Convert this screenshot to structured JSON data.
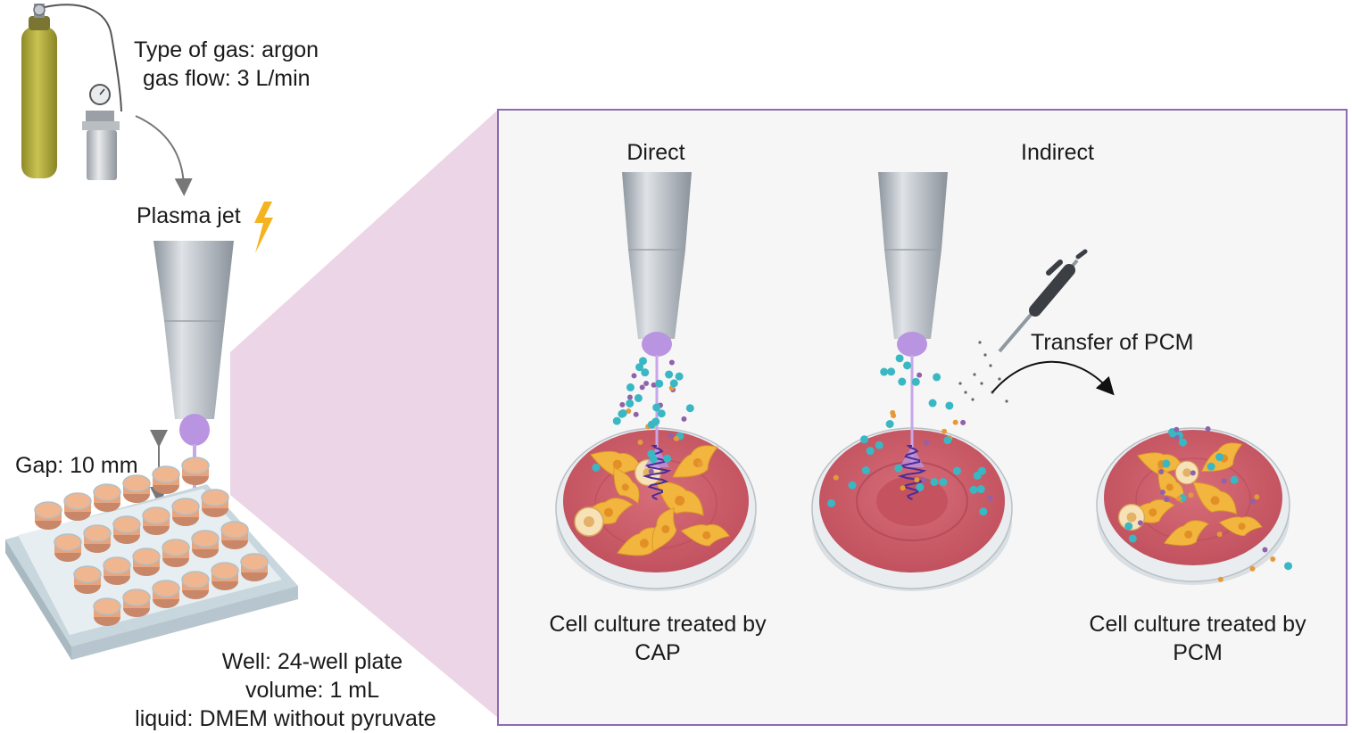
{
  "gas": {
    "type_line": "Type of gas: argon",
    "flow_line": "gas flow: 3 L/min"
  },
  "plasma": {
    "label": "Plasma jet"
  },
  "gap": {
    "label": "Gap: 10 mm"
  },
  "well": {
    "plate_line": "Well: 24-well plate",
    "volume_line": "volume: 1 mL",
    "liquid_line": "liquid: DMEM without pyruvate"
  },
  "panel": {
    "direct_title": "Direct",
    "indirect_title": "Indirect",
    "transfer_label": "Transfer of PCM",
    "cap_caption_line1": "Cell culture treated by",
    "cap_caption_line2": "CAP",
    "pcm_caption_line1": "Cell culture treated by",
    "pcm_caption_line2": "PCM"
  },
  "colors": {
    "frame": "#8e6bb0",
    "zoom_fill": "#ecd5e6",
    "cylinder": "#b4ad3e",
    "nozzle": "#bcc3cb",
    "plasma": "#b994e0",
    "medium": "#cf5a66",
    "cell": "#f2b53d",
    "well_liquid": "#eaa47c",
    "lightning": "#f5b320",
    "dot_cyan": "#39b8c4",
    "dot_purple": "#8f62ab"
  }
}
